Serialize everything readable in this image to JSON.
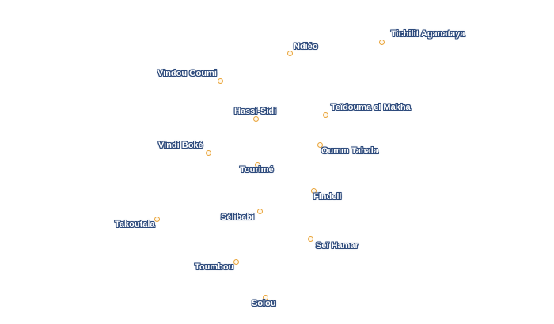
{
  "map": {
    "places": [
      {
        "name": "Tichilit Aganataya"
      },
      {
        "name": "Ndiéo"
      },
      {
        "name": "Vindou Goumi"
      },
      {
        "name": "Teïdouma el Makha"
      },
      {
        "name": "Hassi-Sidi"
      },
      {
        "name": "Vindi Boké"
      },
      {
        "name": "Oumm Tahala"
      },
      {
        "name": "Tourimé"
      },
      {
        "name": "Findeli"
      },
      {
        "name": "Sélibabi"
      },
      {
        "name": "Takoutala"
      },
      {
        "name": "Seï Hamar"
      },
      {
        "name": "Toumbou"
      },
      {
        "name": "Solou"
      }
    ],
    "marker_color": "#e9a43a",
    "label_halo_color": "#2d4a7c",
    "label_text_color": "#ffffff"
  }
}
